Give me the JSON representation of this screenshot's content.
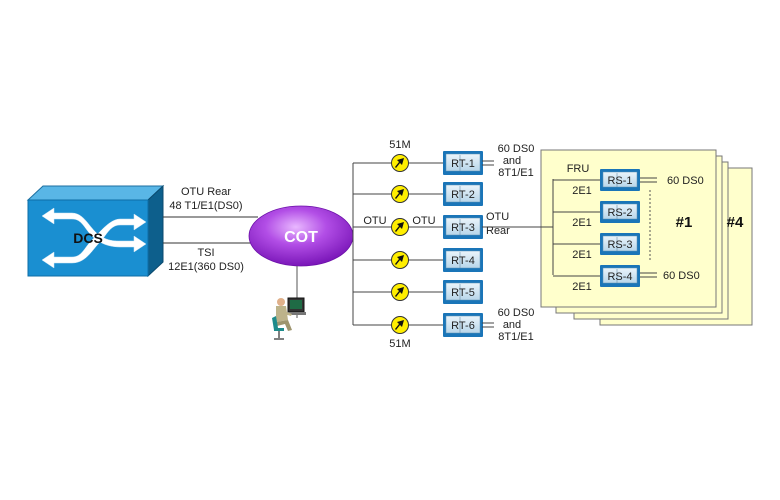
{
  "diagram": {
    "dcs": {
      "label": "DCS",
      "color": "#1a8fd1"
    },
    "cot": {
      "label": "COT",
      "color": "#a23fd6"
    },
    "dcs_links": {
      "upper": {
        "line1": "OTU Rear",
        "line2": "48 T1/E1(DS0)"
      },
      "lower": {
        "line1": "TSI",
        "line2": "12E1(360 DS0)"
      }
    },
    "optical_label_top": "51M",
    "optical_label_bottom": "51M",
    "otu_left": "OTU",
    "otu_right": "OTU",
    "rt_units": [
      {
        "label": "RT-1"
      },
      {
        "label": "RT-2"
      },
      {
        "label": "RT-3"
      },
      {
        "label": "RT-4"
      },
      {
        "label": "RT-5"
      },
      {
        "label": "RT-6"
      }
    ],
    "rt1_output": {
      "line1": "60 DS0",
      "line2": "and",
      "line3": "8T1/E1"
    },
    "rt6_output": {
      "line1": "60 DS0",
      "line2": "and",
      "line3": "8T1/E1"
    },
    "rt3_output": {
      "line1": "OTU",
      "line2": "Rear"
    },
    "rs_panel": {
      "fru_label": "FRU",
      "rs_units": [
        {
          "label": "RS-1",
          "link": "2E1"
        },
        {
          "label": "RS-2",
          "link": "2E1"
        },
        {
          "label": "RS-3",
          "link": "2E1"
        },
        {
          "label": "RS-4",
          "link": "2E1"
        }
      ],
      "rs1_output": "60 DS0",
      "rs4_output": "60 DS0",
      "front_page": "#1",
      "back_page": "#4",
      "panel_color": "#ffffcc"
    },
    "accent": {
      "optical": "#ffee00",
      "device": "#1a75b8"
    }
  }
}
